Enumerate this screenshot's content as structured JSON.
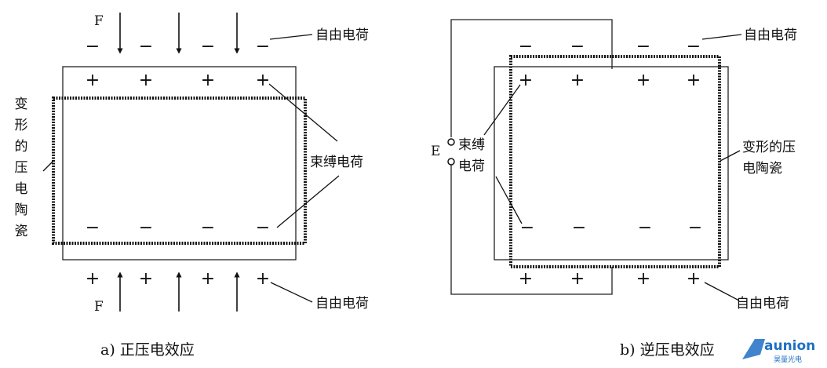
{
  "diagram": {
    "left": {
      "force_label": "F",
      "free_charge_top": "自由电荷",
      "free_charge_bottom": "自由电荷",
      "bound_charge": "束缚电荷",
      "deformed_ceramic": "变形的压电陶瓷",
      "caption": "a) 正压电效应"
    },
    "right": {
      "voltage_label": "E",
      "bound_charge_line1": "束缚",
      "bound_charge_line2": "电荷",
      "free_charge_top": "自由电荷",
      "free_charge_bottom": "自由电荷",
      "deformed_ceramic_line1": "变形的压",
      "deformed_ceramic_line2": "电陶瓷",
      "caption": "b) 逆压电效应"
    },
    "symbols": {
      "plus": "+",
      "minus": "−"
    }
  },
  "watermark": {
    "brand": "aunion",
    "subtitle": "昊量光电",
    "color": "#1e6fc4"
  }
}
